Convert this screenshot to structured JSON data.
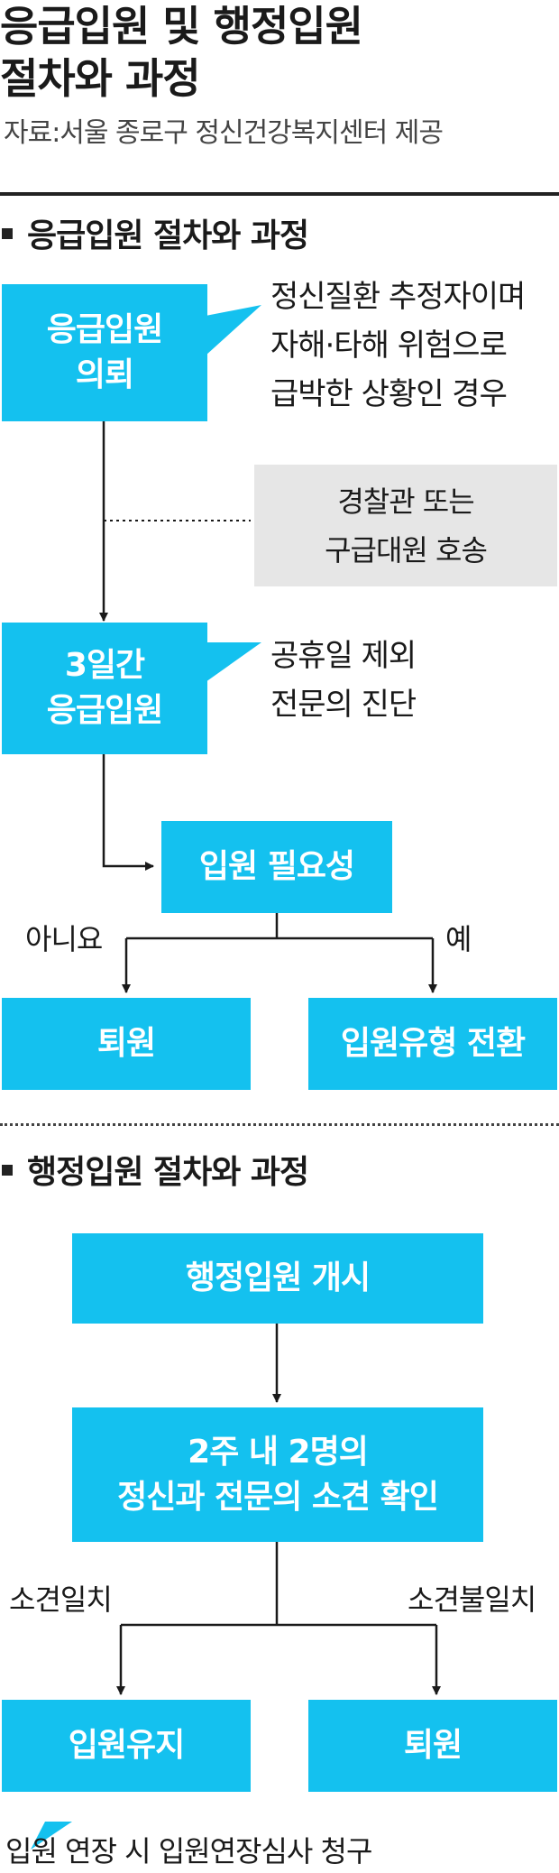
{
  "header": {
    "title_line1": "응급입원 및 행정입원",
    "title_line2": "절차와 과정",
    "source": "자료:서울 종로구 정신건강복지센터 제공"
  },
  "emergency": {
    "heading": "응급입원 절차와 과정",
    "request_line1": "응급입원",
    "request_line2": "의뢰",
    "request_note_line1": "정신질환 추정자이며",
    "request_note_line2": "자해·타해 위험으로",
    "request_note_line3": "급박한 상황인 경우",
    "escort_line1": "경찰관 또는",
    "escort_line2": "구급대원 호송",
    "admit3_line1": "3일간",
    "admit3_line2": "응급입원",
    "admit3_note_line1": "공휴일 제외",
    "admit3_note_line2": "전문의 진단",
    "necessity": "입원 필요성",
    "no_label": "아니요",
    "yes_label": "예",
    "discharge": "퇴원",
    "convert": "입원유형 전환"
  },
  "administrative": {
    "heading": "행정입원 절차와 과정",
    "start": "행정입원 개시",
    "confirm_line1": "2주 내 2명의",
    "confirm_line2": "정신과 전문의 소견 확인",
    "agree_label": "소견일치",
    "disagree_label": "소견불일치",
    "maintain": "입원유지",
    "discharge": "퇴원",
    "extension_note": "입원 연장 시 입원연장심사 청구"
  },
  "colors": {
    "box": "#14c1ef",
    "escort_box": "#e6e6e6",
    "line": "#1a1a1a"
  }
}
